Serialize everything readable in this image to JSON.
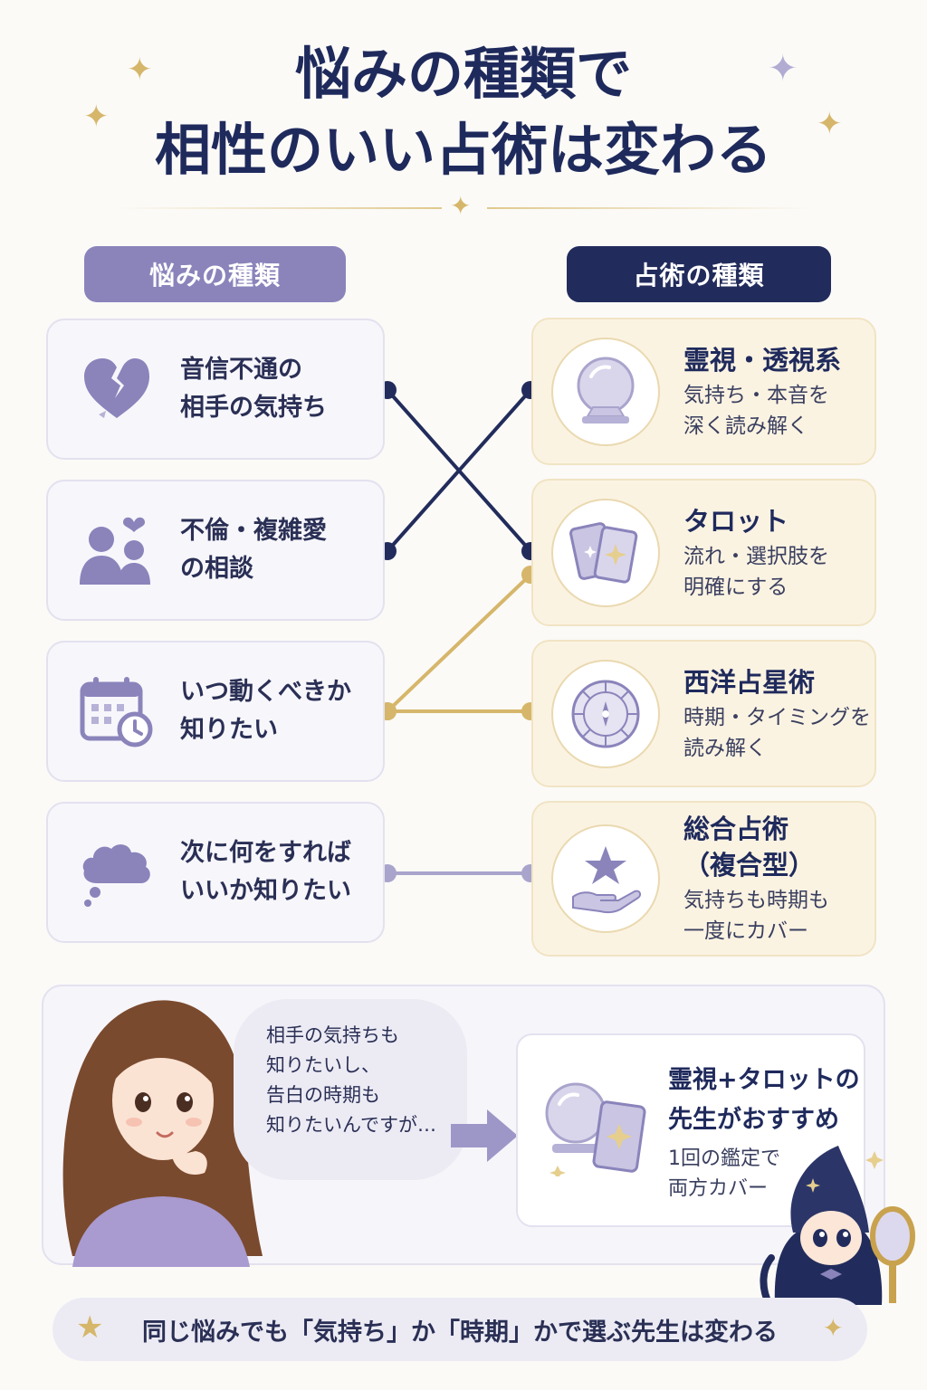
{
  "title": {
    "line1": "悩みの種類で",
    "line2": "相性のいい占術は変わる"
  },
  "headers": {
    "worries": "悩みの種類",
    "methods": "占術の種類"
  },
  "worries": [
    {
      "line1": "音信不通の",
      "line2": "相手の気持ち",
      "icon": "broken-heart-icon"
    },
    {
      "line1": "不倫・複雑愛",
      "line2": "の相談",
      "icon": "couple-icon"
    },
    {
      "line1": "いつ動くべきか",
      "line2": "知りたい",
      "icon": "calendar-clock-icon"
    },
    {
      "line1": "次に何をすれば",
      "line2": "いいか知りたい",
      "icon": "thought-cloud-icon"
    }
  ],
  "methods": [
    {
      "name1": "霊視・透視系",
      "name2": "",
      "desc1": "気持ち・本音を",
      "desc2": "深く読み解く",
      "icon": "crystal-ball-icon"
    },
    {
      "name1": "タロット",
      "name2": "",
      "desc1": "流れ・選択肢を",
      "desc2": "明確にする",
      "icon": "tarot-cards-icon"
    },
    {
      "name1": "西洋占星術",
      "name2": "",
      "desc1": "時期・タイミングを",
      "desc2": "読み解く",
      "icon": "zodiac-wheel-icon"
    },
    {
      "name1": "総合占術",
      "name2": "（複合型）",
      "desc1": "気持ちも時期も",
      "desc2": "一度にカバー",
      "icon": "star-hand-icon"
    }
  ],
  "connections": [
    {
      "from": 0,
      "to": 1
    },
    {
      "from": 1,
      "to": 0
    },
    {
      "from": 2,
      "to": 1
    },
    {
      "from": 2,
      "to": 2
    },
    {
      "from": 3,
      "to": 3
    }
  ],
  "bubble": {
    "lines": [
      "相手の気持ちも",
      "知りたいし、",
      "告白の時期も",
      "知りたいんですが…"
    ]
  },
  "recommendation": {
    "title1": "霊視+タロットの",
    "title2": "先生がおすすめ",
    "desc1": "1回の鑑定で",
    "desc2": "両方カバー"
  },
  "footer": "同じ悩みでも「気持ち」か「時期」かで選ぶ先生は変わる",
  "colors": {
    "navy": "#222c5c",
    "lavender": "#8a84bb",
    "gold": "#d6b66a",
    "cream": "#fbf3e2"
  }
}
